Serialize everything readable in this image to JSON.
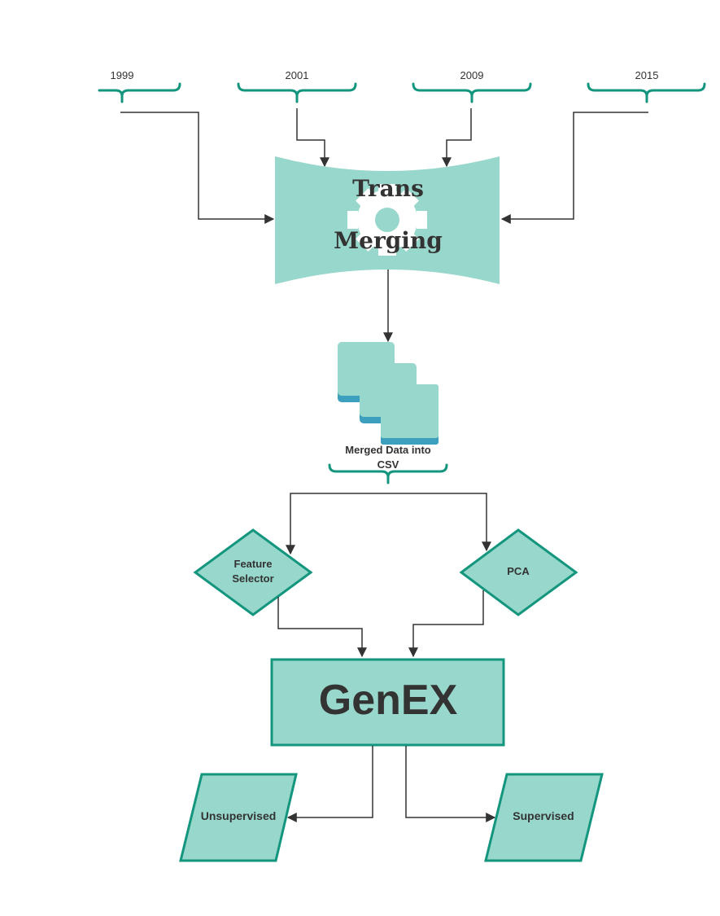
{
  "years": [
    "1999",
    "2001",
    "2009",
    "2015"
  ],
  "merge": {
    "line1": "Trans",
    "line2": "Merging"
  },
  "csv": {
    "line1": "Merged Data into",
    "line2": "CSV"
  },
  "feature": {
    "line1": "Feature",
    "line2": "Selector"
  },
  "pca": {
    "label": "PCA"
  },
  "genex": {
    "label": "GenEX"
  },
  "outputs": {
    "unsupervised": "Unsupervised",
    "supervised": "Supervised"
  },
  "colors": {
    "fill": "#98d7cb",
    "stroke": "#14967e",
    "line": "#333333",
    "card_edge": "#3d9fbe",
    "gear": "#ffffff"
  }
}
